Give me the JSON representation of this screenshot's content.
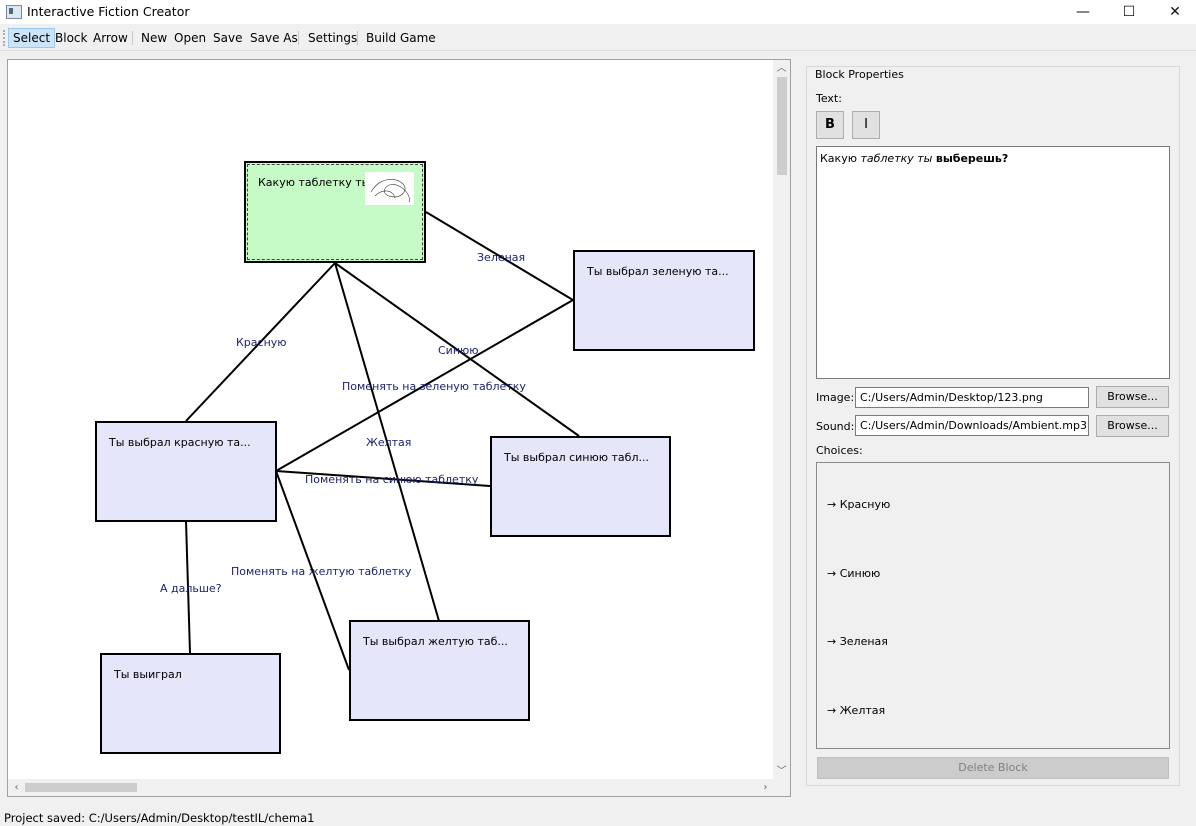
{
  "window": {
    "title": "Interactive Fiction Creator",
    "minimize_glyph": "—",
    "maximize_glyph": "☐",
    "close_glyph": "✕"
  },
  "toolbar": {
    "select": "Select",
    "block": "Block",
    "arrow": "Arrow",
    "new": "New",
    "open": "Open",
    "save": "Save",
    "save_as": "Save As",
    "settings": "Settings",
    "build_game": "Build Game"
  },
  "canvas": {
    "blocks": {
      "start": "Какую таблетку ты вы...",
      "green": "Ты выбрал зеленую та...",
      "red": "Ты выбрал красную та...",
      "blue": "Ты выбрал синюю табл...",
      "yellow": "Ты выбрал желтую таб...",
      "win": "Ты выиграл"
    },
    "edges": {
      "green": "Зеленая",
      "red": "Красную",
      "blue": "Синюю",
      "change_green": "Поменять на зеленую таблетку",
      "yellow": "Желтая",
      "change_blue": "Поменять на синюю таблетку",
      "change_yellow": "Поменять на желтую таблетку",
      "next": "А дальше?"
    }
  },
  "properties": {
    "group_title": "Block Properties",
    "text_label": "Text:",
    "bold_button": "B",
    "italic_button": "I",
    "text_value": {
      "part1": "Какую ",
      "part2": "таблетку ты",
      "part3": " ",
      "part4": "выберешь?"
    },
    "image_label": "Image:",
    "image_path": "C:/Users/Admin/Desktop/123.png",
    "sound_label": "Sound:",
    "sound_path": "C:/Users/Admin/Downloads/Ambient.mp3",
    "browse": "Browse...",
    "choices_label": "Choices:",
    "choices": [
      "→ Красную",
      "→ Синюю",
      "→ Зеленая",
      "→ Желтая"
    ],
    "delete_button": "Delete Block"
  },
  "status": {
    "message": "Project saved: C:/Users/Admin/Desktop/testIL/chema1"
  },
  "colors": {
    "selected_block": "#c6fac6",
    "block": "#e6e6fa",
    "edge_label": "#1c1f6e"
  }
}
